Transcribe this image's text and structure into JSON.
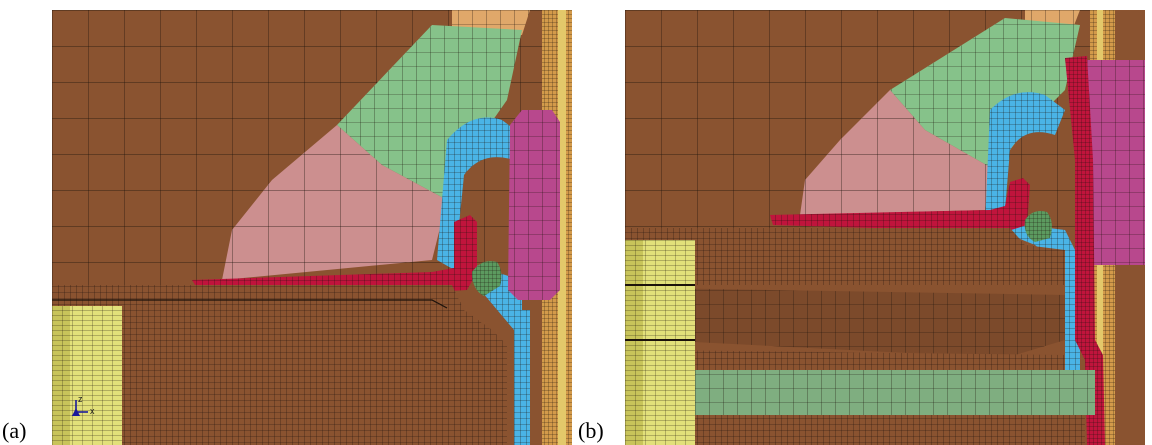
{
  "labels": {
    "a": "(a)",
    "b": "(b)"
  },
  "triad": {
    "z": "z",
    "x": "x"
  },
  "colors": {
    "brown": "#8a5330",
    "brown_dark": "#6b3f22",
    "green": "#86c28a",
    "pink": "#cc8f8f",
    "blue": "#4ab4e6",
    "magenta": "#b8488d",
    "crimson": "#c0143c",
    "yellow": "#e2e07a",
    "olive": "#c8c45a",
    "peach": "#e0a86a",
    "sage": "#7fae80",
    "mesh_line": "#1c120b"
  }
}
